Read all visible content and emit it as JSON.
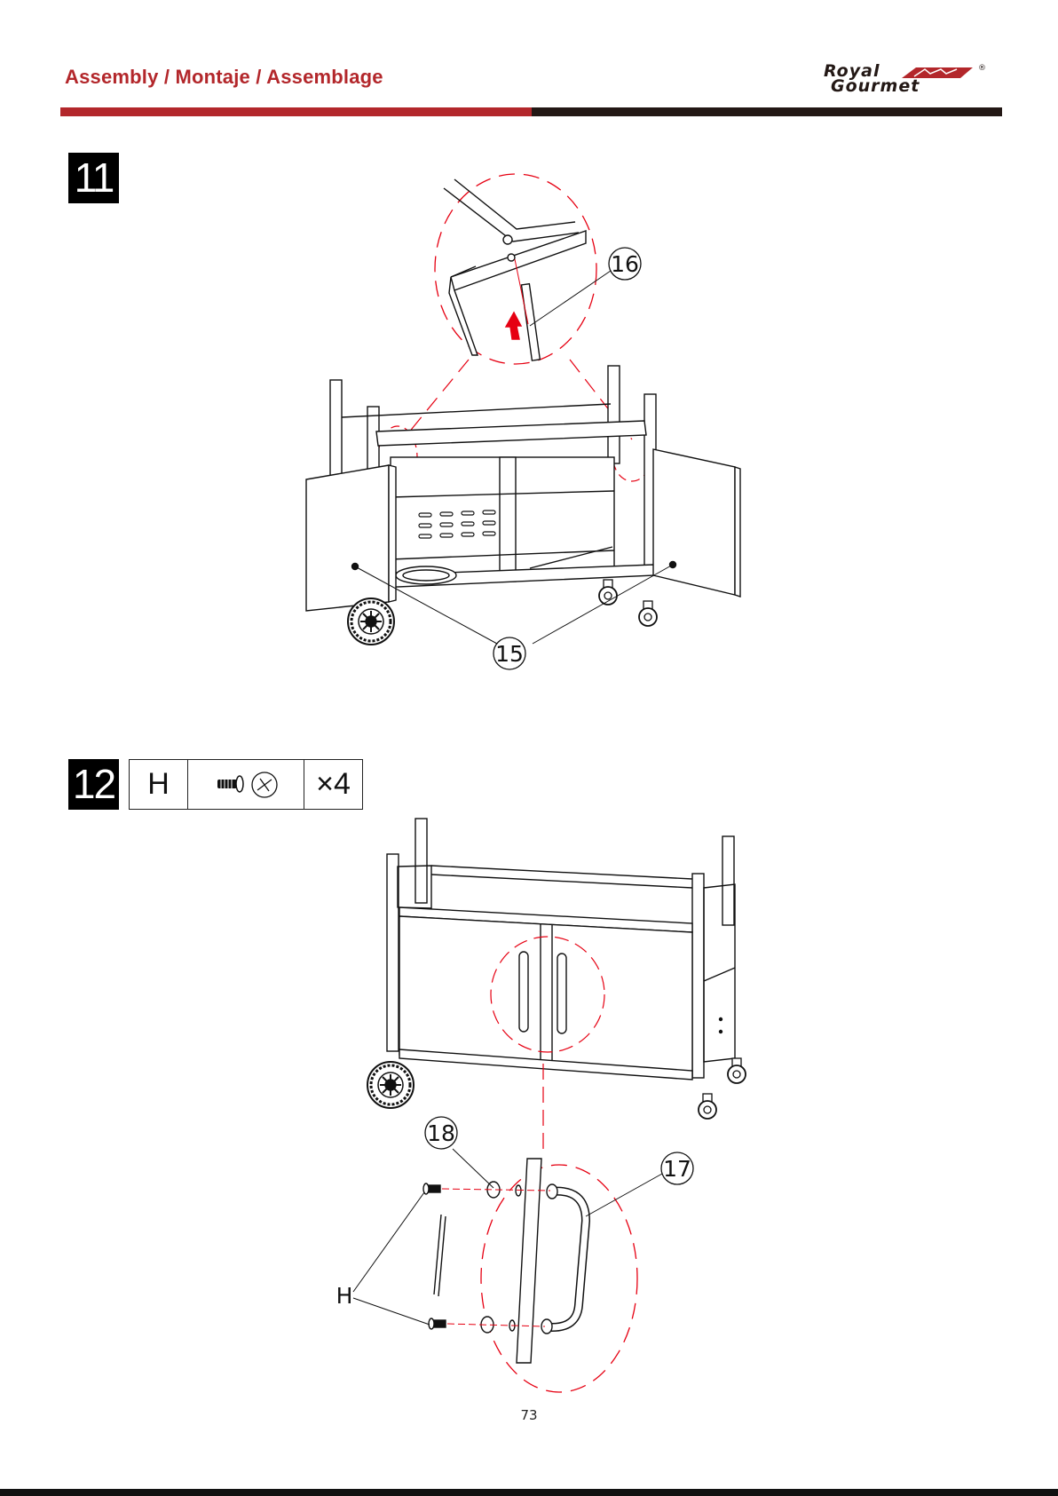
{
  "header": {
    "title": "Assembly / Montaje / Assemblage",
    "logo_line1": "Royal",
    "logo_line2": "Gourmet",
    "logo_reg": "®"
  },
  "steps": [
    {
      "number": "11",
      "callouts": [
        "16",
        "15"
      ]
    },
    {
      "number": "12",
      "part_letter": "H",
      "part_icon": "screw-and-phillips-head-icon",
      "part_qty": "×4",
      "callouts": [
        "18",
        "17",
        "H"
      ]
    }
  ],
  "page_number": "73",
  "colors": {
    "brand_red": "#b3272b",
    "dark": "#231815",
    "detail_red": "#e60012"
  }
}
